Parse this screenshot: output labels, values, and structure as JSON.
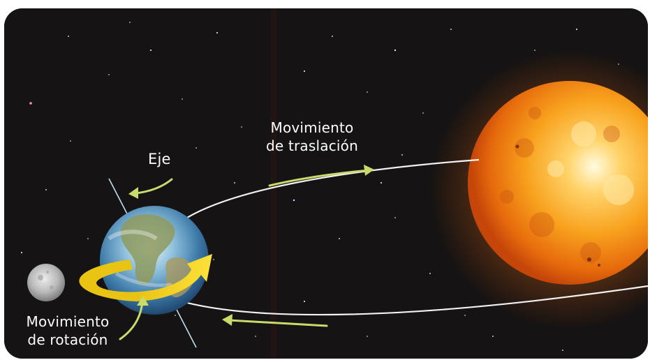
{
  "labels": {
    "axis": "Eje",
    "translation": [
      "Movimiento",
      "de traslación"
    ],
    "rotation": [
      "Movimiento",
      "de rotación"
    ]
  },
  "colors": {
    "space": "#151313",
    "sun": "#f8a21e",
    "arrow_green": "#c9dc6a",
    "orbit_line": "#f2f2f2",
    "rotation_arrow": "#f3d21c",
    "label_text": "#ffffff"
  }
}
